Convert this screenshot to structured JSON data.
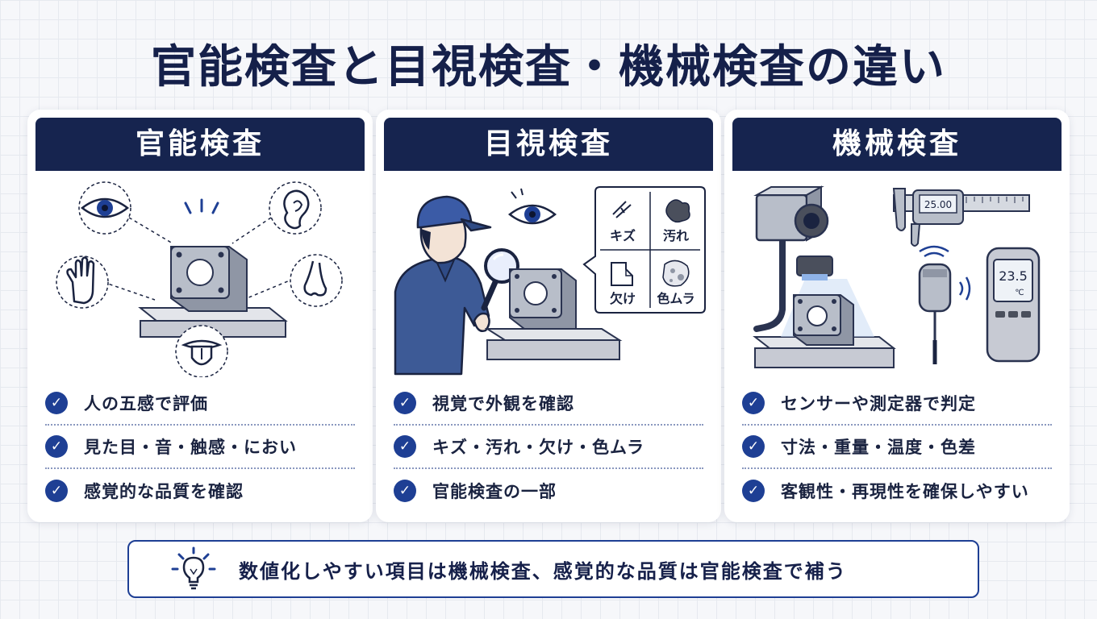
{
  "title": "官能検査と目視検査・機械検査の違い",
  "colors": {
    "navy": "#16244f",
    "accent": "#1e3f94",
    "background": "#f6f7fa"
  },
  "cards": [
    {
      "header": "官能検査",
      "icons": [
        "eye-icon",
        "ear-icon",
        "hand-icon",
        "nose-icon",
        "tongue-icon",
        "metal-part-icon"
      ],
      "items": [
        "人の五感で評価",
        "見た目・音・触感・におい",
        "感覚的な品質を確認"
      ]
    },
    {
      "header": "目視検査",
      "icons": [
        "inspector-icon",
        "magnifier-icon",
        "eye-icon",
        "metal-part-icon"
      ],
      "defects": [
        "キズ",
        "汚れ",
        "欠け",
        "色ムラ"
      ],
      "items": [
        "視覚で外観を確認",
        "キズ・汚れ・欠け・色ムラ",
        "官能検査の一部"
      ]
    },
    {
      "header": "機械検査",
      "icons": [
        "camera-icon",
        "caliper-icon",
        "sensor-icon",
        "thermometer-icon",
        "metal-part-icon"
      ],
      "caliper_reading": "25.00",
      "thermometer_reading": "23.5",
      "thermometer_unit": "℃",
      "items": [
        "センサーや測定器で判定",
        "寸法・重量・温度・色差",
        "客観性・再現性を確保しやすい"
      ]
    }
  ],
  "check_mark": "✓",
  "summary": "数値化しやすい項目は機械検査、感覚的な品質は官能検査で補う"
}
